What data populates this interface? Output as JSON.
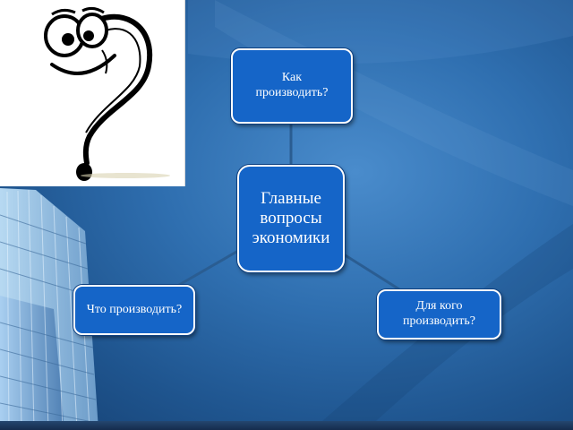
{
  "diagram": {
    "center": {
      "label": "Главные вопросы экономики"
    },
    "nodes": [
      {
        "id": "top",
        "label": "Как производить?"
      },
      {
        "id": "left",
        "label": "Что производить?"
      },
      {
        "id": "right",
        "label": "Для кого производить?"
      }
    ],
    "edges": [
      {
        "from": "center",
        "to": "top"
      },
      {
        "from": "center",
        "to": "left"
      },
      {
        "from": "center",
        "to": "right"
      }
    ]
  },
  "colors": {
    "node_fill": "#1565c8",
    "node_border": "#ffffff",
    "connector": "#2a5d92",
    "background": "#2f6fb0"
  },
  "illustration": {
    "icon": "question-mark-face-icon"
  }
}
